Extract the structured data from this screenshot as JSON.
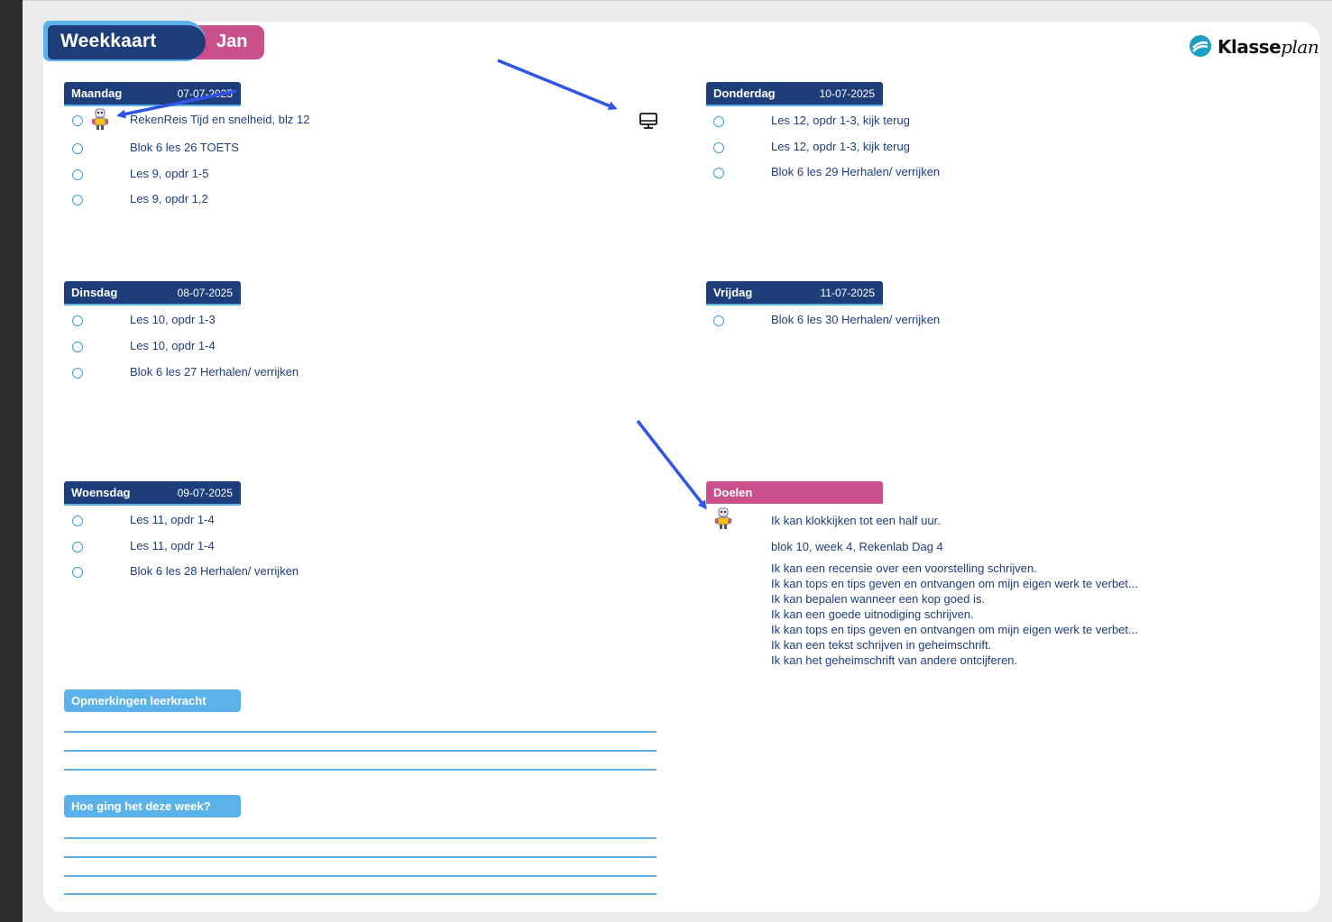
{
  "title": "Weekkaart",
  "student_name": "Jan",
  "brand": {
    "name_main": "Klasse",
    "name_script": "plan"
  },
  "colors": {
    "navy": "#1e3d7b",
    "pink": "#c9508a",
    "light_blue": "#5bb2ea",
    "arrow": "#2f55e6"
  },
  "days": [
    {
      "name": "Maandag",
      "date": "07-07-2025",
      "tasks": [
        "RekenReis Tijd en snelheid, blz 12",
        "Blok 6 les 26 TOETS",
        "Les 9, opdr 1-5",
        "Les 9, opdr 1,2"
      ]
    },
    {
      "name": "Dinsdag",
      "date": "08-07-2025",
      "tasks": [
        "Les 10, opdr 1-3",
        "Les 10, opdr 1-4",
        "Blok 6 les 27 Herhalen/ verrijken"
      ]
    },
    {
      "name": "Woensdag",
      "date": "09-07-2025",
      "tasks": [
        "Les 11, opdr 1-4",
        "Les 11, opdr 1-4",
        "Blok 6 les 28 Herhalen/ verrijken"
      ]
    },
    {
      "name": "Donderdag",
      "date": "10-07-2025",
      "tasks": [
        "Les 12, opdr 1-3, kijk terug",
        "Les 12, opdr 1-3, kijk terug",
        "Blok 6 les 29 Herhalen/ verrijken"
      ]
    },
    {
      "name": "Vrijdag",
      "date": "11-07-2025",
      "tasks": [
        "Blok 6 les 30 Herhalen/ verrijken"
      ]
    }
  ],
  "goals": {
    "title": "Doelen",
    "items": [
      "Ik kan klokkijken tot een half uur.",
      "blok 10, week 4, Rekenlab Dag 4"
    ],
    "list": [
      "Ik kan een recensie over een voorstelling schrijven.",
      "Ik kan tops en tips geven en ontvangen om mijn eigen werk te verbet...",
      "Ik kan bepalen wanneer een kop goed is.",
      "Ik kan een goede uitnodiging schrijven.",
      "Ik kan tops en tips geven en ontvangen om mijn eigen werk te verbet...",
      "Ik kan een tekst schrijven in geheimschrift.",
      "Ik kan het geheimschrift van andere ontcijferen."
    ]
  },
  "remarks_title": "Opmerkingen leerkracht",
  "week_title": "Hoe ging het deze week?",
  "icons": {
    "avatar": "robot-avatar-icon",
    "monitor": "monitor-icon",
    "check": "circle-checkbox-icon"
  }
}
